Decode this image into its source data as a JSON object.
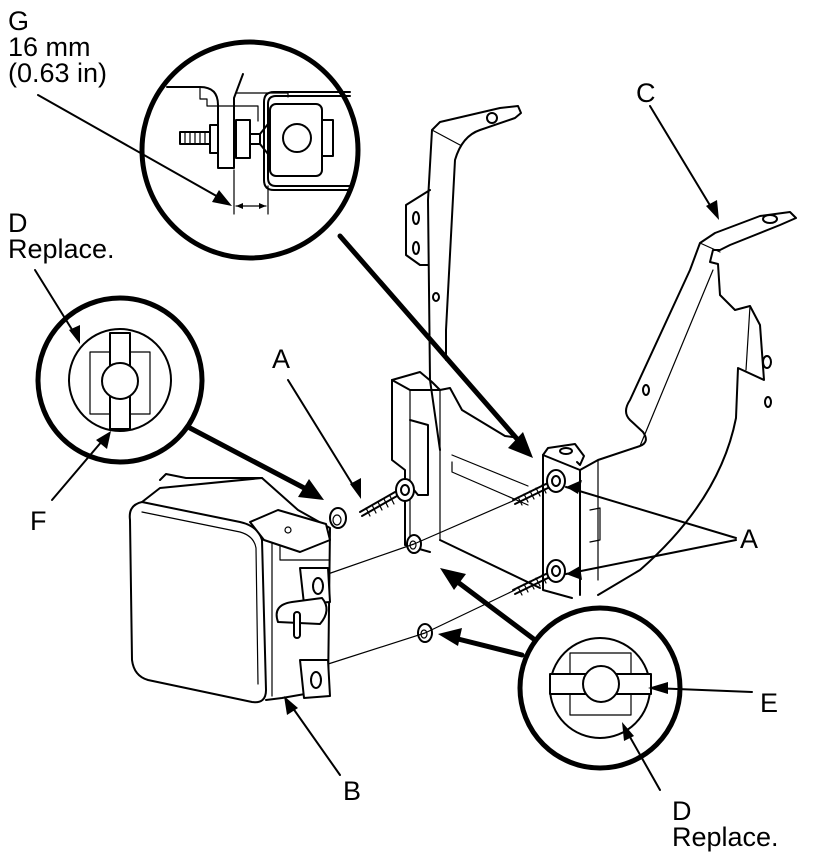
{
  "diagram": {
    "type": "exploded-assembly-illustration",
    "colors": {
      "line": "#000000",
      "background": "#ffffff"
    },
    "callouts": {
      "G": {
        "letter": "G",
        "line1": "16 mm",
        "line2": "(0.63 in)",
        "meaning": "detail view: clearance dimension"
      },
      "D_left": {
        "letter": "D",
        "note": "Replace."
      },
      "D_right": {
        "letter": "D",
        "note": "Replace."
      },
      "F": {
        "letter": "F"
      },
      "A_top": {
        "letter": "A"
      },
      "A_right": {
        "letter": "A"
      },
      "B": {
        "letter": "B"
      },
      "C": {
        "letter": "C"
      },
      "E": {
        "letter": "E"
      }
    },
    "detail_views": [
      {
        "id": "detail-g",
        "description": "bolt clearance dimension 16 mm (0.63 in)"
      },
      {
        "id": "detail-nut-vertical",
        "description": "clip nut, vertical orientation"
      },
      {
        "id": "detail-nut-horizontal",
        "description": "clip nut, horizontal orientation"
      }
    ]
  }
}
